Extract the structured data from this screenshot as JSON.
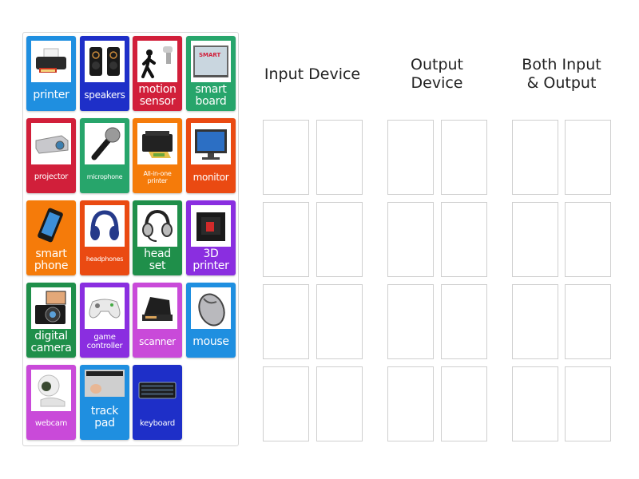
{
  "colors": {
    "blue": "#1f8fe0",
    "darkblue": "#1e2fc8",
    "red": "#d11f3a",
    "green": "#27a56b",
    "darkgreen": "#1f8f4a",
    "orange": "#f57b0a",
    "redorange": "#ea4a12",
    "purple": "#8a2ee0",
    "magenta": "#c94ad9",
    "slot_border": "#cfcfcf",
    "tray_border": "#d6d6d6"
  },
  "tray": {
    "cards": [
      {
        "label": "printer",
        "icon": "printer-icon",
        "color": "#1f8fe0"
      },
      {
        "label": "speakers",
        "icon": "speakers-icon",
        "color": "#1e2fc8"
      },
      {
        "label": "motion sensor",
        "icon": "motion-sensor-icon",
        "color": "#d11f3a"
      },
      {
        "label": "smart board",
        "icon": "smart-board-icon",
        "color": "#27a56b"
      },
      {
        "label": "projector",
        "icon": "projector-icon",
        "color": "#d11f3a"
      },
      {
        "label": "microphone",
        "icon": "microphone-icon",
        "color": "#27a56b"
      },
      {
        "label": "All-in-one printer",
        "icon": "all-in-one-printer-icon",
        "color": "#f57b0a"
      },
      {
        "label": "monitor",
        "icon": "monitor-icon",
        "color": "#ea4a12"
      },
      {
        "label": "smart phone",
        "icon": "smartphone-icon",
        "color": "#f57b0a"
      },
      {
        "label": "headphones",
        "icon": "headphones-icon",
        "color": "#ea4a12"
      },
      {
        "label": "head set",
        "icon": "headset-icon",
        "color": "#1f8f4a"
      },
      {
        "label": "3D printer",
        "icon": "3d-printer-icon",
        "color": "#8a2ee0"
      },
      {
        "label": "digital camera",
        "icon": "digital-camera-icon",
        "color": "#1f8f4a"
      },
      {
        "label": "game controller",
        "icon": "game-controller-icon",
        "color": "#8a2ee0"
      },
      {
        "label": "scanner",
        "icon": "scanner-icon",
        "color": "#c94ad9"
      },
      {
        "label": "mouse",
        "icon": "mouse-icon",
        "color": "#1f8fe0"
      },
      {
        "label": "webcam",
        "icon": "webcam-icon",
        "color": "#c94ad9"
      },
      {
        "label": "track pad",
        "icon": "trackpad-icon",
        "color": "#1f8fe0"
      },
      {
        "label": "keyboard",
        "icon": "keyboard-icon",
        "color": "#1e2fc8"
      }
    ]
  },
  "groups": [
    {
      "title_line1": "Input Device",
      "title_line2": "",
      "slots": 8
    },
    {
      "title_line1": "Output",
      "title_line2": "Device",
      "slots": 8
    },
    {
      "title_line1": "Both Input",
      "title_line2": "& Output",
      "slots": 8
    }
  ]
}
